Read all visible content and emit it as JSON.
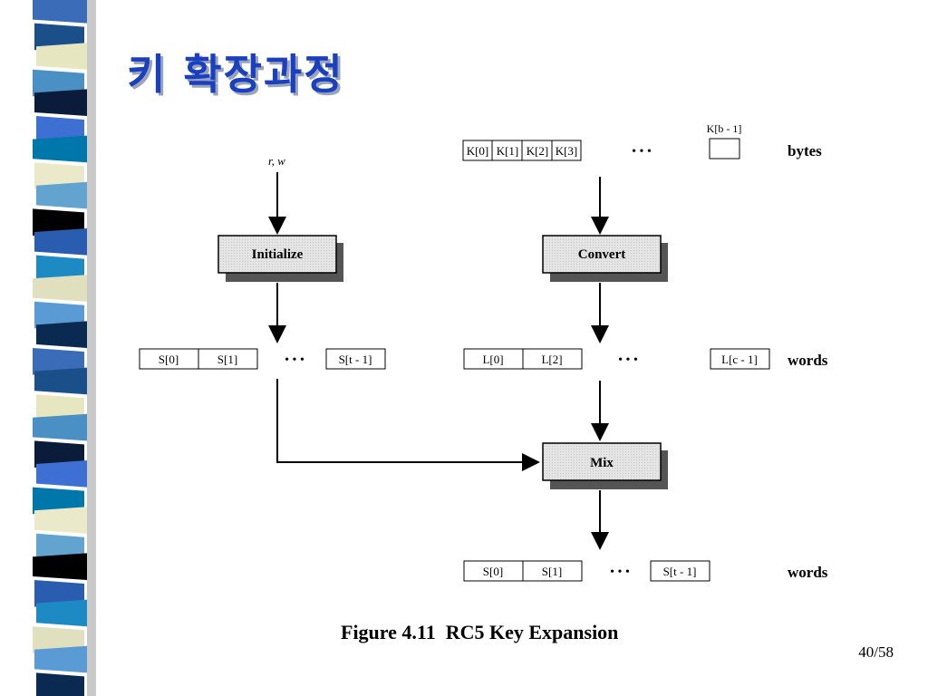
{
  "slide": {
    "title": "키 확장과정",
    "page": "40/58"
  },
  "stripe_colors": [
    "#3b6cb8",
    "#1b4f8a",
    "#e6e6c1",
    "#4a90c5",
    "#0a1c3a",
    "#3e6fd2",
    "#0077aa",
    "#eaeacb",
    "#63a3d0",
    "#000000",
    "#2a5cb0",
    "#1e8ac4",
    "#e0e0be",
    "#5b9bd5",
    "#0b2a52"
  ],
  "diagram": {
    "input_left": "r, w",
    "key_bytes": [
      "K[0]",
      "K[1]",
      "K[2]",
      "K[3]"
    ],
    "key_last": "K[b - 1]",
    "initialize": "Initialize",
    "convert": "Convert",
    "mix": "Mix",
    "s_cells": [
      "S[0]",
      "S[1]"
    ],
    "s_last": "S[t - 1]",
    "l_cells": [
      "L[0]",
      "L[2]"
    ],
    "l_last": "L[c - 1]",
    "out_cells": [
      "S[0]",
      "S[1]"
    ],
    "out_last": "S[t - 1]",
    "ellipsis": "• • •",
    "label_bytes": "bytes",
    "label_words": "words",
    "caption": "Figure 4.11  RC5 Key Expansion"
  }
}
